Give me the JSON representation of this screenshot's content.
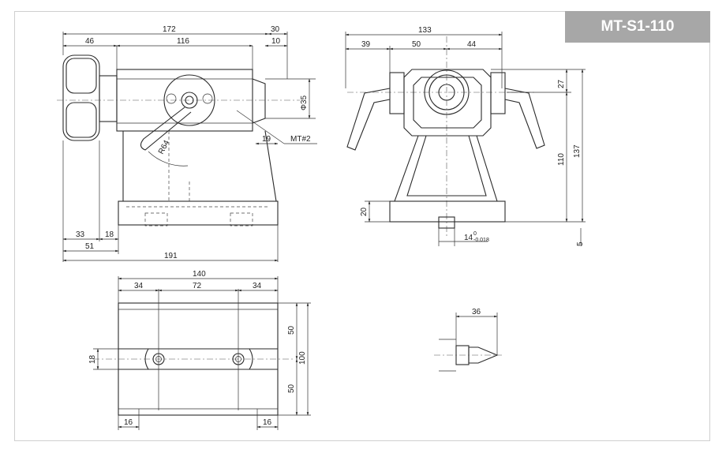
{
  "badge": {
    "model": "MT-S1-110"
  },
  "dimensions": {
    "side_view": {
      "overall_top": "172",
      "small_top": "30",
      "left_46": "46",
      "middle_116": "116",
      "right_10": "10",
      "dia_35": "Φ35",
      "radius": "R64",
      "taper_len": "19",
      "taper": "MT#2",
      "base_33": "33",
      "base_18": "18",
      "base_51": "51",
      "base_191": "191"
    },
    "front_view": {
      "overall": "133",
      "left_39": "39",
      "mid_50": "50",
      "right_44": "44",
      "h_27": "27",
      "h_110": "110",
      "h_137": "137",
      "h_20": "20",
      "h_5": "5",
      "key_width": "14",
      "key_tol_upper": "0",
      "key_tol_lower": "-0.018"
    },
    "top_view": {
      "overall": "140",
      "left_34": "34",
      "mid_72": "72",
      "right_34": "34",
      "slot_18": "18",
      "h_50a": "50",
      "h_100": "100",
      "h_50b": "50",
      "foot_left_16": "16",
      "foot_right_16": "16"
    },
    "center_detail": {
      "len_36": "36"
    }
  }
}
